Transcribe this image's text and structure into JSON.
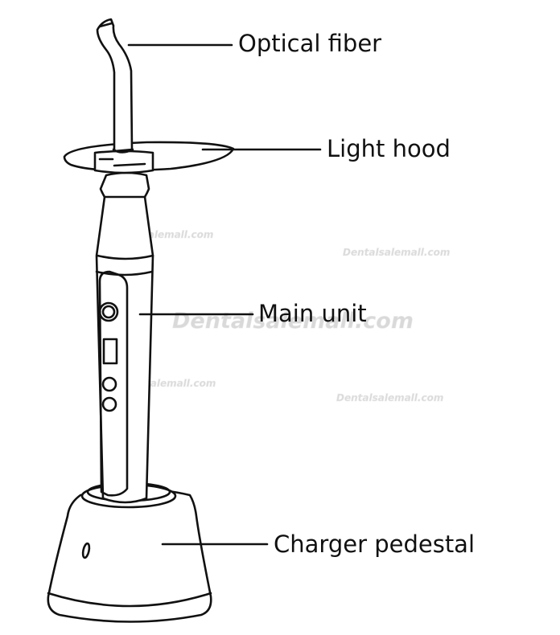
{
  "labels": {
    "optical_fiber": "Optical fiber",
    "light_hood": "Light hood",
    "main_unit": "Main unit",
    "charger_pedestal": "Charger pedestal"
  },
  "watermark": {
    "text": "Dentalsalemall.com"
  },
  "colors": {
    "line": "#111111",
    "background": "#ffffff",
    "watermark": "#d9d9d9"
  }
}
